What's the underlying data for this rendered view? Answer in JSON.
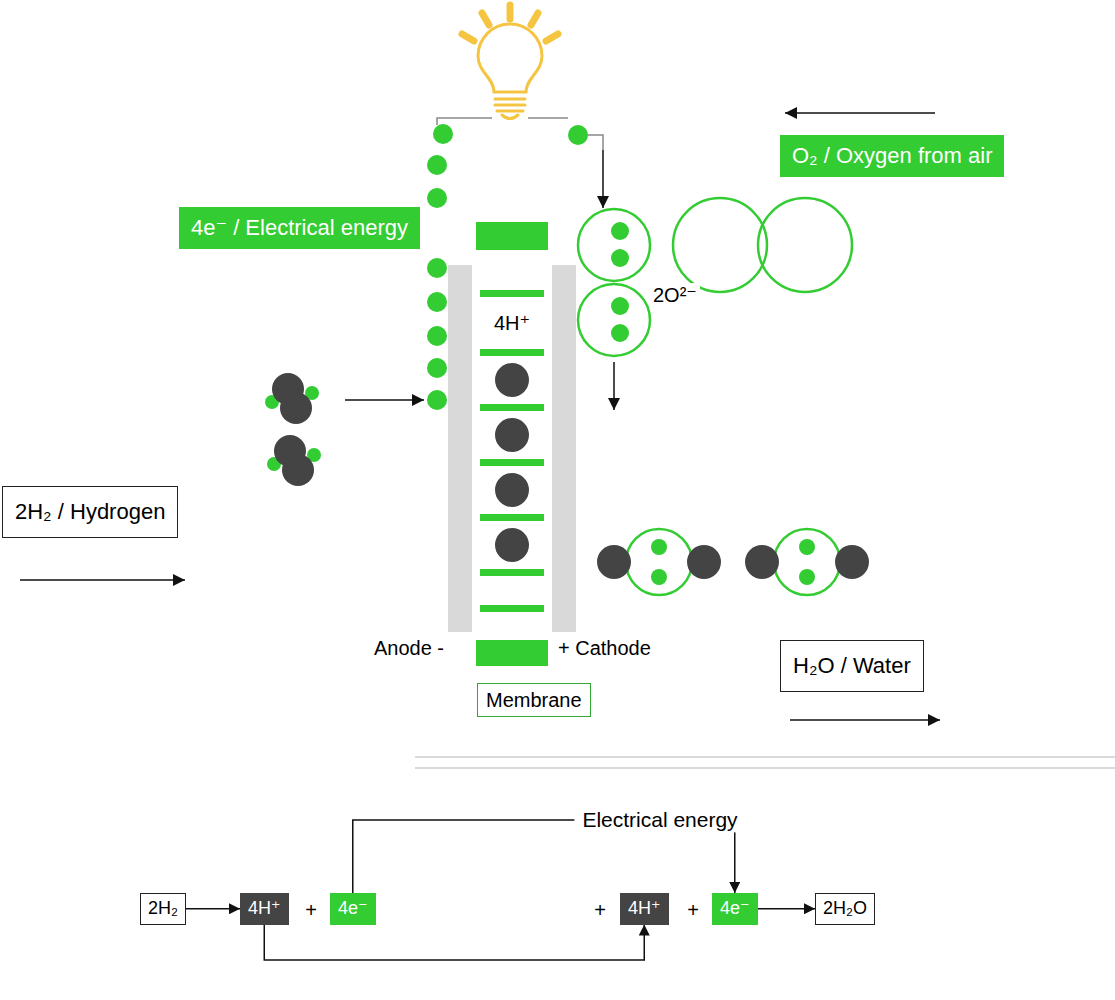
{
  "diagram": {
    "nodes": [
      {
        "text": [
          "4e⁻ / Electrical energy"
        ]
      },
      {
        "text": [
          "O₂ / Oxygen from air"
        ]
      },
      {
        "text": [
          "2H₂ / Hydrogen"
        ]
      },
      {
        "text": [
          "Membrane"
        ]
      },
      {
        "text": [
          "H₂O / Water"
        ]
      },
      {
        "text": [
          "2H₂"
        ]
      },
      {
        "text": [
          "4H⁺"
        ]
      },
      {
        "text": [
          "4e⁻"
        ]
      },
      {
        "text": [
          "4H⁺"
        ]
      },
      {
        "text": [
          "4e⁻"
        ]
      },
      {
        "text": [
          "2H₂O"
        ]
      }
    ],
    "edges": [
      {
        "from": 5,
        "to": 6,
        "arrow": "to"
      },
      {
        "from": 7,
        "to": 9,
        "label": "Electrical energy",
        "arrow": "to"
      },
      {
        "from": 6,
        "to": 8,
        "arrow": "to"
      },
      {
        "from": 9,
        "to": 10,
        "arrow": "to"
      }
    ],
    "labels": [
      "4H⁺",
      "2O²⁻",
      "Anode -",
      "+ Cathode",
      "+",
      "+",
      "+"
    ]
  }
}
